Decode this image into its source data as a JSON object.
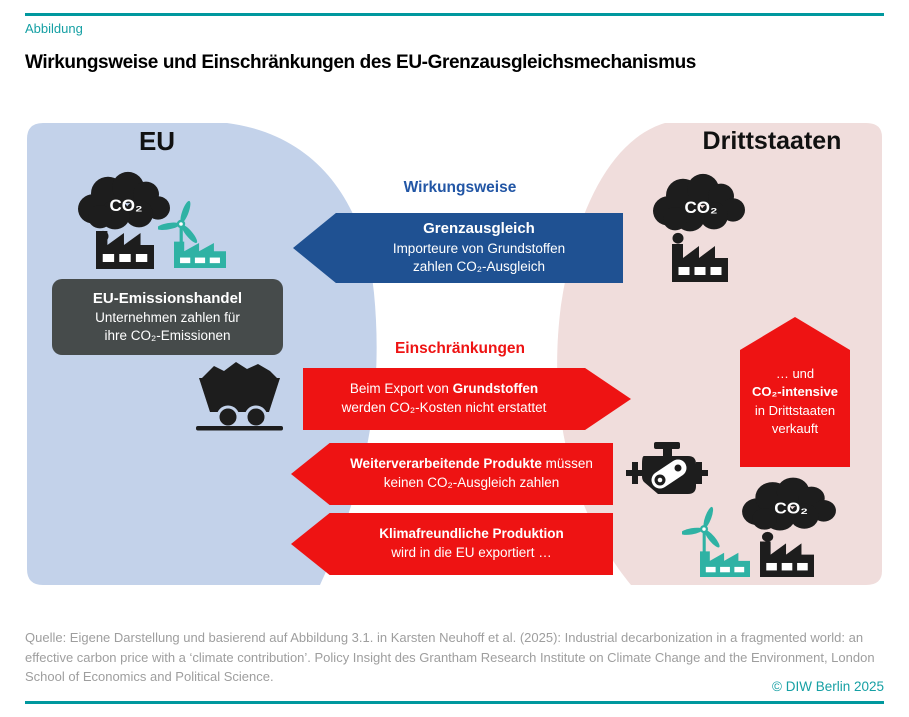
{
  "header": {
    "kicker": "Abbildung",
    "title": "Wirkungsweise und Einschränkungen des EU-Grenzausgleichsmechanismus"
  },
  "diagram": {
    "co2_label": "CO₂",
    "eu": {
      "label": "EU",
      "ets_box": {
        "title": "EU-Emissionshandel",
        "line1": "Unternehmen zahlen für",
        "line2": "ihre CO₂-Emissionen"
      }
    },
    "third": {
      "label": "Drittstaaten"
    },
    "mechanism": {
      "heading": "Wirkungsweise",
      "arrow": {
        "title": "Grenzausgleich",
        "line1": "Importeure von Grundstoffen",
        "line2": "zahlen CO₂-Ausgleich",
        "direction": "left"
      }
    },
    "limits": {
      "heading": "Einschränkungen",
      "arrows": [
        {
          "l1_pre": "Beim Export von ",
          "l1_bold": "Grundstoffen",
          "l1_post": "",
          "line2": "werden CO₂-Kosten nicht erstattet",
          "direction": "right"
        },
        {
          "l1_pre": "",
          "l1_bold": "Weiterverarbeitende Produkte",
          "l1_post": " müssen",
          "line2": "keinen CO₂-Ausgleich zahlen",
          "direction": "left"
        },
        {
          "l1_pre": "",
          "l1_bold": "Klimafreundliche Produktion",
          "l1_post": "",
          "line2": "wird in die EU exportiert …",
          "direction": "left"
        }
      ]
    },
    "house": {
      "line1": "… und",
      "line2": "CO₂-intensive",
      "line3": "in Drittstaaten",
      "line4": "verkauft"
    }
  },
  "footer": {
    "source": "Quelle: Eigene Darstellung und basierend auf Abbildung 3.1. in Karsten Neuhoff et al. (2025): Industrial decarbonization in a fragmented world: an effective carbon price with a ‘climate contribution’. Policy Insight des Grantham Research Institute on Climate Change and the Environment, London School of Economics and Political Science.",
    "copyright": "© DIW Berlin 2025"
  },
  "colors": {
    "teal_line": "#00989e",
    "teal_text": "#16a0a4",
    "teal_icon": "#2fb2a4",
    "eu_blob": "#c3d2ea",
    "third_blob": "#f0dddc",
    "arrow_blue": "#1f5192",
    "heading_blue": "#2256a5",
    "red": "#ee1313",
    "box_gray": "#464b4b",
    "icon_black": "#1d1d1d",
    "source_gray": "#9e9e9e"
  }
}
